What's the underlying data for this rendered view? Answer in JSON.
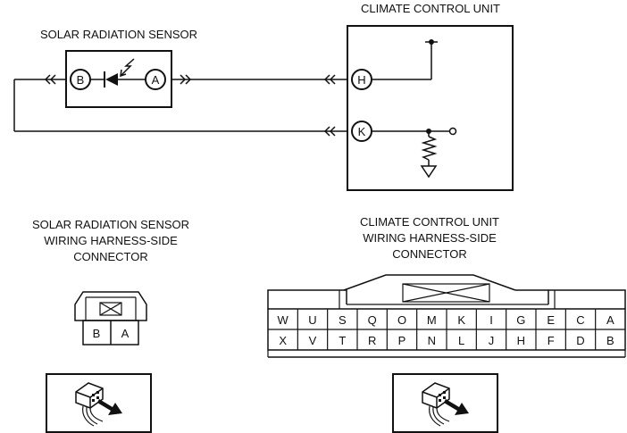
{
  "labels": {
    "climate_unit_title": "CLIMATE CONTROL UNIT",
    "sensor_title": "SOLAR RADIATION SENSOR",
    "sensor_connector_title": [
      "SOLAR RADIATION SENSOR",
      "WIRING HARNESS-SIDE",
      "CONNECTOR"
    ],
    "unit_connector_title": [
      "CLIMATE CONTROL UNIT",
      "WIRING HARNESS-SIDE",
      "CONNECTOR"
    ]
  },
  "sensor_pins": [
    "B",
    "A"
  ],
  "unit_pins": [
    "H",
    "K"
  ],
  "sensor_connector_cells": [
    "B",
    "A"
  ],
  "unit_connector_rows": [
    [
      "W",
      "U",
      "S",
      "Q",
      "O",
      "M",
      "K",
      "I",
      "G",
      "E",
      "C",
      "A"
    ],
    [
      "X",
      "V",
      "T",
      "R",
      "P",
      "N",
      "L",
      "J",
      "H",
      "F",
      "D",
      "B"
    ]
  ],
  "icons": [
    "diode-icon",
    "light-ray-icon",
    "resistor-icon",
    "ground-icon",
    "connector-view-icon"
  ]
}
